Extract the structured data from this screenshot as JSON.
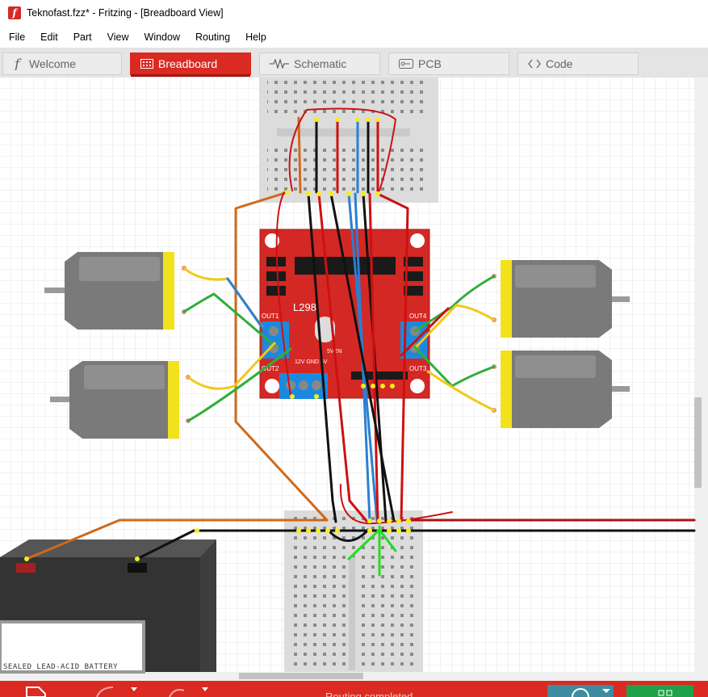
{
  "window": {
    "title": "Teknofast.fzz* - Fritzing - [Breadboard View]",
    "app_icon": "fritzing-logo-icon"
  },
  "menu": {
    "items": [
      "File",
      "Edit",
      "Part",
      "View",
      "Window",
      "Routing",
      "Help"
    ]
  },
  "tabs": [
    {
      "label": "Welcome",
      "icon": "fritzing-f-icon",
      "active": false
    },
    {
      "label": "Breadboard",
      "icon": "breadboard-icon",
      "active": true
    },
    {
      "label": "Schematic",
      "icon": "resistor-icon",
      "active": false
    },
    {
      "label": "PCB",
      "icon": "pcb-icon",
      "active": false
    },
    {
      "label": "Code",
      "icon": "code-brackets-icon",
      "active": false
    }
  ],
  "canvas": {
    "driver_board": {
      "chip_label": "L298",
      "out_labels": [
        "OUT1",
        "OUT2",
        "OUT4",
        "OUT3"
      ],
      "pin_labels": "12V GND 5V",
      "enable_label": "5VEN"
    },
    "battery": {
      "label": "SEALED LEAD-ACID BATTERY"
    }
  },
  "status": {
    "text": "Routing completed"
  },
  "colors": {
    "accent": "#da2a22",
    "wire_red": "#cc1111",
    "wire_black": "#111111",
    "wire_blue": "#2a7fd4",
    "wire_orange": "#d0691a",
    "wire_green": "#2fae3a",
    "wire_yellow": "#f2c81b",
    "annotation_green": "#22dd22"
  }
}
